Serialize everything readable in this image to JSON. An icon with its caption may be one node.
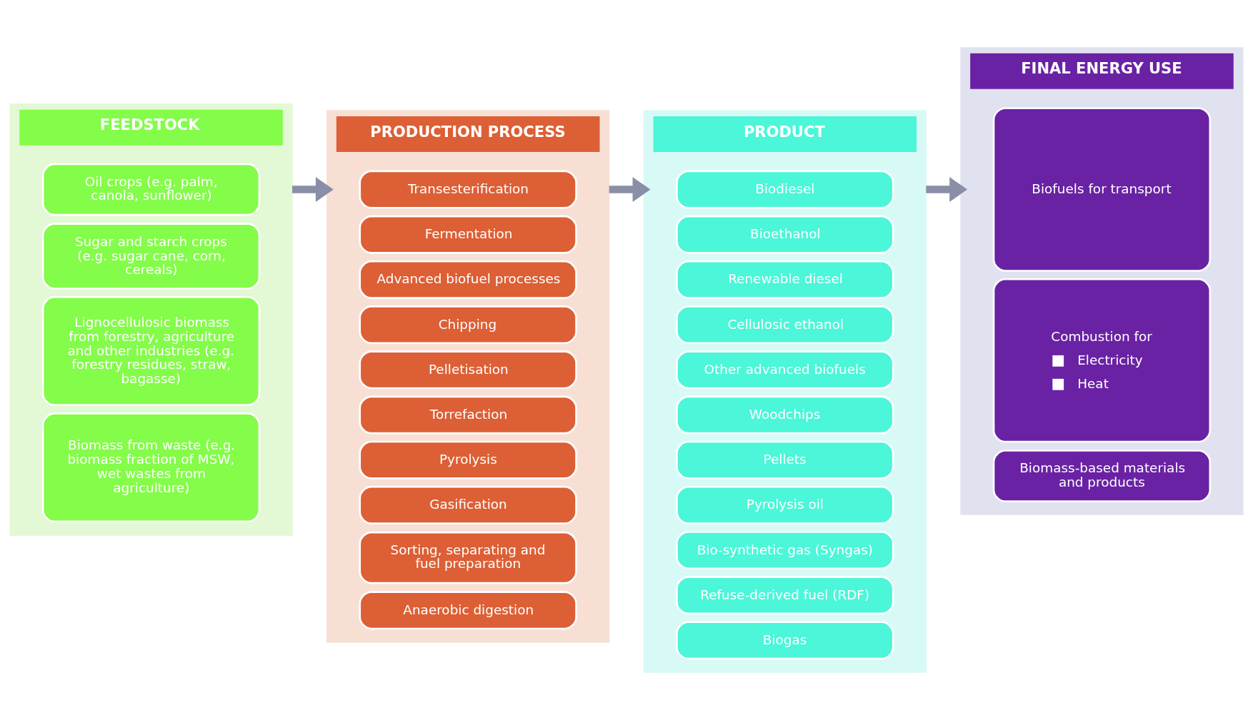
{
  "diagram": {
    "nodes": [
      {
        "text": [
          "FEEDSTOCK"
        ]
      },
      {
        "text": [
          "Oil crops (e.g. palm, canola, sunflower)"
        ],
        "in": 0
      },
      {
        "text": [
          "Sugar and starch crops (e.g. sugar cane, corn, cereals)"
        ],
        "in": 0
      },
      {
        "text": [
          "Lignocellulosic biomass from forestry, agriculture and other industries (e.g. forestry residues, straw, bagasse)"
        ],
        "in": 0
      },
      {
        "text": [
          "Biomass from waste (e.g. biomass fraction of MSW, wet wastes from agriculture)"
        ],
        "in": 0
      },
      {
        "text": [
          "PRODUCTION PROCESS"
        ]
      },
      {
        "text": [
          "Transesterification"
        ],
        "in": 5
      },
      {
        "text": [
          "Fermentation"
        ],
        "in": 5
      },
      {
        "text": [
          "Advanced biofuel processes"
        ],
        "in": 5
      },
      {
        "text": [
          "Chipping"
        ],
        "in": 5
      },
      {
        "text": [
          "Pelletisation"
        ],
        "in": 5
      },
      {
        "text": [
          "Torrefaction"
        ],
        "in": 5
      },
      {
        "text": [
          "Pyrolysis"
        ],
        "in": 5
      },
      {
        "text": [
          "Gasification"
        ],
        "in": 5
      },
      {
        "text": [
          "Sorting, separating and fuel preparation"
        ],
        "in": 5
      },
      {
        "text": [
          "Anaerobic digestion"
        ],
        "in": 5
      },
      {
        "text": [
          "PRODUCT"
        ]
      },
      {
        "text": [
          "Biodiesel"
        ],
        "in": 16
      },
      {
        "text": [
          "Bioethanol"
        ],
        "in": 16
      },
      {
        "text": [
          "Renewable diesel"
        ],
        "in": 16
      },
      {
        "text": [
          "Cellulosic ethanol"
        ],
        "in": 16
      },
      {
        "text": [
          "Other advanced biofuels"
        ],
        "in": 16
      },
      {
        "text": [
          "Woodchips"
        ],
        "in": 16
      },
      {
        "text": [
          "Pellets"
        ],
        "in": 16
      },
      {
        "text": [
          "Pyrolysis oil"
        ],
        "in": 16
      },
      {
        "text": [
          "Bio-synthetic gas (Syngas)"
        ],
        "in": 16
      },
      {
        "text": [
          "Refuse-derived fuel (RDF)"
        ],
        "in": 16
      },
      {
        "text": [
          "Biogas"
        ],
        "in": 16
      },
      {
        "text": [
          "FINAL ENERGY USE"
        ]
      },
      {
        "text": [
          "Biofuels for transport"
        ],
        "in": 28
      },
      {
        "text": [
          "Combustion for",
          "Electricity",
          "Heat"
        ],
        "in": 28
      },
      {
        "text": [
          "Biomass-based materials and products"
        ],
        "in": 28
      }
    ],
    "edges": [
      {
        "from": 0,
        "to": 5,
        "arrow": "to"
      },
      {
        "from": 5,
        "to": 16,
        "arrow": "to"
      },
      {
        "from": 16,
        "to": 28,
        "arrow": "to"
      }
    ]
  }
}
